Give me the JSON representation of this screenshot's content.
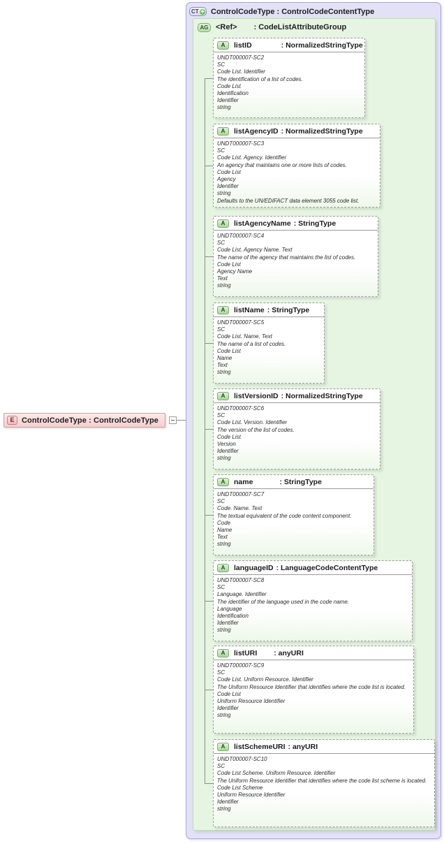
{
  "diagram": {
    "type": "xsd-schema-diagram",
    "root_element": {
      "icon": "element-icon",
      "icon_label": "E",
      "label": "ControlCodeType : ControlCodeType",
      "collapse_toggle": "minus-icon"
    },
    "complex_type": {
      "icon": "complextype-icon",
      "icon_label": "CT",
      "expand_badge": "plus-circle-icon",
      "title": "ControlCodeType : ControlCodeContentType"
    },
    "attribute_group": {
      "icon": "attributegroup-icon",
      "icon_label": "AG",
      "ref_label": "<Ref>",
      "type_label": ": CodeListAttributeGroup"
    },
    "attributes": [
      {
        "icon_label": "A",
        "name": "listID",
        "type": ": NormalizedStringType",
        "name_pad": 42,
        "lines": [
          "UNDT000007-SC2",
          "SC",
          "Code List. Identifier",
          "The identification of a list of codes.",
          "Code List",
          "Identification",
          "Identifier",
          "string"
        ]
      },
      {
        "icon_label": "A",
        "name": "listAgencyID",
        "type": ": NormalizedStringType",
        "name_pad": 4,
        "lines": [
          "UNDT000007-SC3",
          "SC",
          "Code List. Agency. Identifier",
          "An agency that maintains one or more lists of codes.",
          "Code List",
          "Agency",
          "Identifier",
          "string",
          "Defaults to the UN/EDIFACT data element 3055 code list."
        ]
      },
      {
        "icon_label": "A",
        "name": "listAgencyName",
        "type": ": StringType",
        "name_pad": 4,
        "lines": [
          "UNDT000007-SC4",
          "SC",
          "Code List. Agency Name. Text",
          "The name of the agency that maintains the list of codes.",
          "Code List",
          "Agency Name",
          "Text",
          "string"
        ]
      },
      {
        "icon_label": "A",
        "name": "listName",
        "type": ": StringType",
        "name_pad": 4,
        "lines": [
          "UNDT000007-SC5",
          "SC",
          "Code List. Name. Text",
          "The name of a list of codes.",
          "Code List",
          "Name",
          "Text",
          "string"
        ]
      },
      {
        "icon_label": "A",
        "name": "listVersionID",
        "type": ": NormalizedStringType",
        "name_pad": 4,
        "lines": [
          "UNDT000007-SC6",
          "SC",
          "Code List. Version. Identifier",
          "The version of the list of codes.",
          "Code List",
          "Version",
          "Identifier",
          "string"
        ]
      },
      {
        "icon_label": "A",
        "name": "name",
        "type": ": StringType",
        "name_pad": 38,
        "lines": [
          "UNDT000007-SC7",
          "SC",
          "Code. Name. Text",
          "The textual equivalent of the code content component.",
          "Code",
          "Name",
          "Text",
          "string"
        ]
      },
      {
        "icon_label": "A",
        "name": "languageID",
        "type": ": LanguageCodeContentType",
        "name_pad": 4,
        "lines": [
          "UNDT000007-SC8",
          "SC",
          "Language. Identifier",
          "The identifier of the language used in the code name.",
          "Language",
          "Identification",
          "Identifier",
          "string"
        ]
      },
      {
        "icon_label": "A",
        "name": "listURI",
        "type": ": anyURI",
        "name_pad": 24,
        "lines": [
          "UNDT000007-SC9",
          "SC",
          "Code List. Uniform Resource. Identifier",
          "The Uniform Resource Identifier that identifies where the code list is located.",
          "Code List",
          "Uniform Resource Identifier",
          "Identifier",
          "string"
        ],
        "wrap_index": 3
      },
      {
        "icon_label": "A",
        "name": "listSchemeURI",
        "type": ": anyURI",
        "name_pad": 4,
        "lines": [
          "UNDT000007-SC10",
          "SC",
          "Code List Scheme. Uniform Resource. Identifier",
          "The Uniform Resource Identifier that identifies where the code list scheme is located.",
          "Code List Scheme",
          "Uniform Resource Identifier",
          "Identifier",
          "string"
        ],
        "wrap_index": 3
      }
    ]
  },
  "colors": {
    "complextype_container": "#e3e1f5",
    "attributegroup_container": "#e6f5e2",
    "element_box": "#f8dada",
    "connector": "#8c8c8c"
  }
}
